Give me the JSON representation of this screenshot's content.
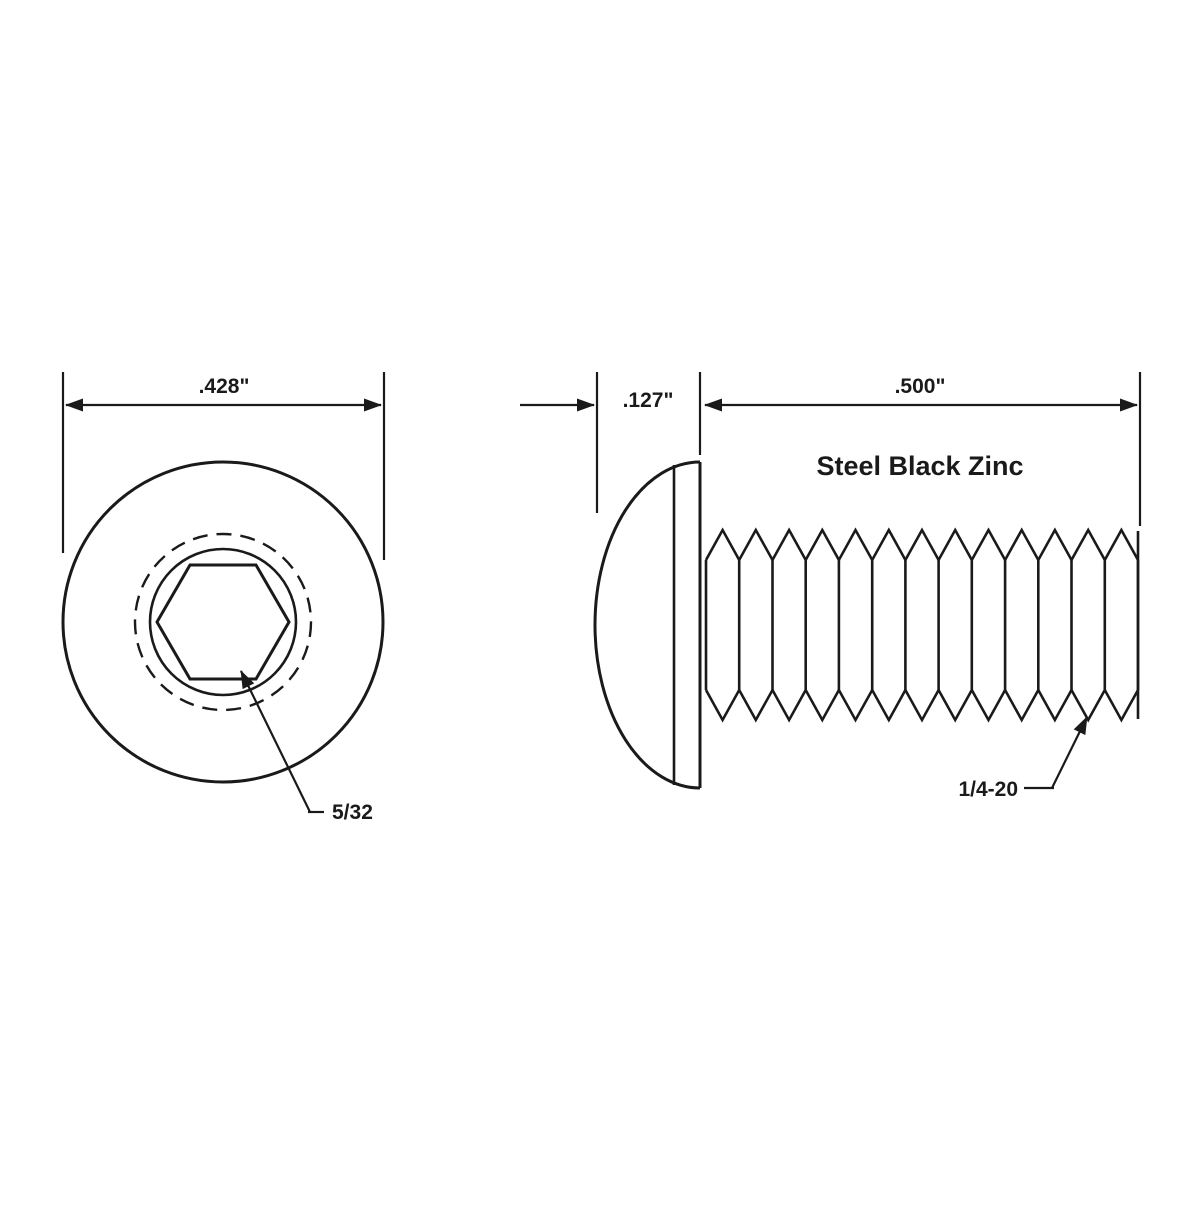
{
  "diagram": {
    "material_label": "Steel Black Zinc",
    "front_view": {
      "head_diameter_label": ".428\"",
      "socket_size_label": "5/32"
    },
    "side_view": {
      "head_height_label": ".127\"",
      "thread_length_label": ".500\"",
      "thread_spec_label": "1/4-20"
    },
    "colors": {
      "line": "#1a1a1a",
      "background": "#ffffff"
    }
  }
}
